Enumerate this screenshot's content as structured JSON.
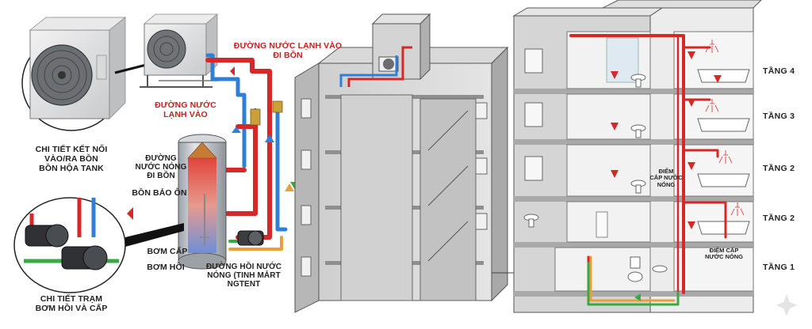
{
  "labels": {
    "cold_in_top": "ĐƯỜNG NƯỚC LẠNH VÀO\nĐI BỒN",
    "cold_in": "ĐƯỜNG NƯỚC\nLẠNH VÀO",
    "connection_detail": "CHI TIẾT KẾT NỐI\nVÀO/RA BỒN\nBỒN HỘA TANK",
    "hot_out": "ĐƯỜNG\nNƯỚC NÓNG\nĐI BỒN",
    "tank": "BỒN BẢO ÔN",
    "pump_supply": "BƠM CẤP",
    "pump_return": "BƠM HỒI",
    "hot_return": "ĐƯỜNG HỒI NƯỚC\nNÓNG (TINH MẢRT\nNGTENT",
    "pump_station": "CHI TIẾT TRẠM\nBƠM HỒI VÀ CẤP",
    "hot_point_1": "ĐIỂM\nCẤP NƯỚC\nNÓNG",
    "hot_point_2": "ĐIỂM CẤP\nNƯỚC NÓNG"
  },
  "floors": [
    "TẦNG 4",
    "TẦNG 3",
    "TẦNG 2",
    "TẦNG 2",
    "TẦNG 1"
  ],
  "colors": {
    "hot_pipe": "#d62828",
    "cold_pipe": "#2f7fd6",
    "return_pipe": "#e8a13a",
    "green_pipe": "#3aa845",
    "wall": "#c9c9c9",
    "wall_dark": "#9a9a9a",
    "tank_shell": "#bfc3c8"
  },
  "icons": [
    "outdoor-unit-icon",
    "tank-icon",
    "pump-icon",
    "shower-icon",
    "bathtub-icon",
    "sink-icon",
    "toilet-icon"
  ]
}
